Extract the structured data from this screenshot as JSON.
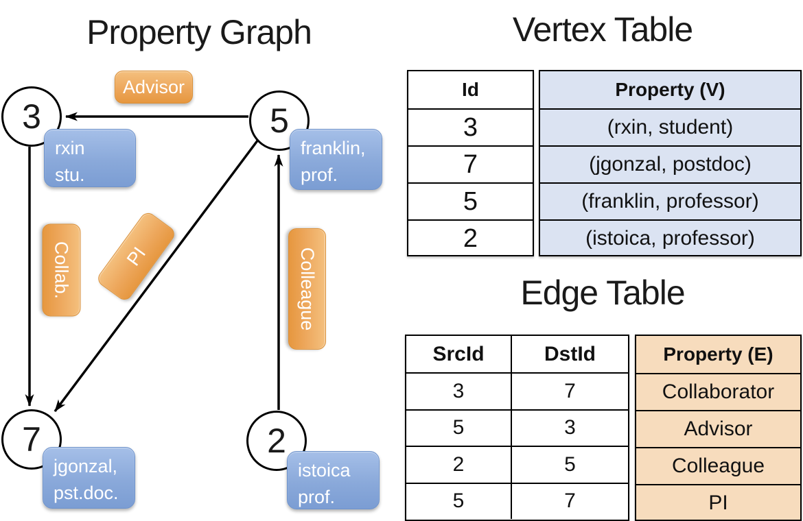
{
  "graph": {
    "title": "Property Graph",
    "nodes": [
      {
        "id": "3",
        "prop_line1": "rxin",
        "prop_line2": "stu."
      },
      {
        "id": "5",
        "prop_line1": "franklin,",
        "prop_line2": "prof."
      },
      {
        "id": "7",
        "prop_line1": "jgonzal,",
        "prop_line2": "pst.doc."
      },
      {
        "id": "2",
        "prop_line1": "istoica",
        "prop_line2": "prof."
      }
    ],
    "edge_labels": {
      "advisor": "Advisor",
      "collab": "Collab.",
      "pi": "PI",
      "colleague": "Colleague"
    },
    "edges": [
      {
        "src": "5",
        "dst": "3",
        "label": "Advisor"
      },
      {
        "src": "3",
        "dst": "7",
        "label": "Collab."
      },
      {
        "src": "5",
        "dst": "7",
        "label": "PI"
      },
      {
        "src": "2",
        "dst": "5",
        "label": "Colleague"
      }
    ]
  },
  "vertex_table": {
    "title": "Vertex Table",
    "headers": {
      "id": "Id",
      "property": "Property (V)"
    },
    "rows": [
      {
        "id": "3",
        "property": "(rxin, student)"
      },
      {
        "id": "7",
        "property": "(jgonzal, postdoc)"
      },
      {
        "id": "5",
        "property": "(franklin, professor)"
      },
      {
        "id": "2",
        "property": "(istoica, professor)"
      }
    ]
  },
  "edge_table": {
    "title": "Edge Table",
    "headers": {
      "src": "SrcId",
      "dst": "DstId",
      "property": "Property (E)"
    },
    "rows": [
      {
        "src": "3",
        "dst": "7",
        "property": "Collaborator"
      },
      {
        "src": "5",
        "dst": "3",
        "property": "Advisor"
      },
      {
        "src": "2",
        "dst": "5",
        "property": "Colleague"
      },
      {
        "src": "5",
        "dst": "7",
        "property": "PI"
      }
    ]
  },
  "colors": {
    "edge_label_orange_top": "#f4c07e",
    "edge_label_orange_bottom": "#e6973f",
    "vertex_label_blue_top": "#a5bfe8",
    "vertex_label_blue_bottom": "#7b9dd3",
    "vertex_table_cell_blue": "#dbe3f2",
    "edge_table_cell_tan": "#f7dcbd",
    "line_black": "#000000"
  }
}
